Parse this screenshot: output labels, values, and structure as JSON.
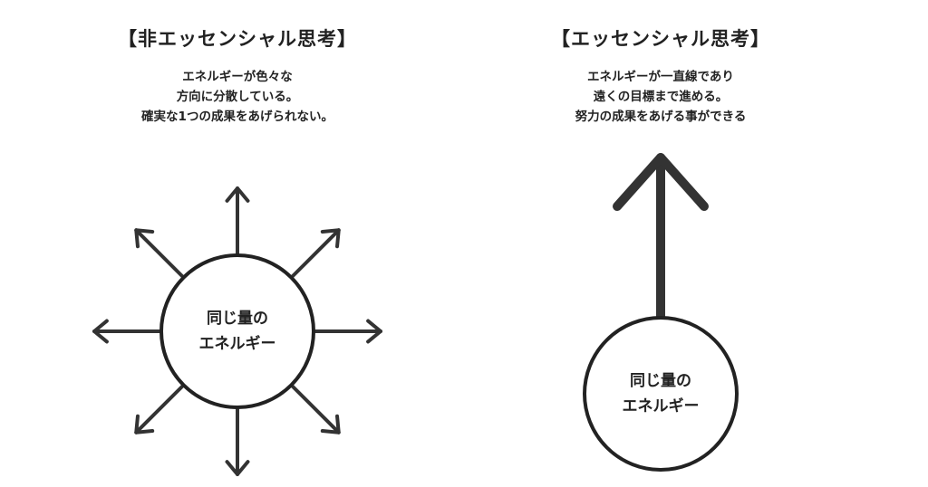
{
  "left": {
    "title": "【非エッセンシャル思考】",
    "description": [
      "エネルギーが色々な",
      "方向に分散している。",
      "確実な1つの成果をあげられない。"
    ],
    "circle_label": [
      "同じ量の",
      "エネルギー"
    ]
  },
  "right": {
    "title": "【エッセンシャル思考】",
    "description": [
      "エネルギーが一直線であり",
      "遠くの目標まで進める。",
      "努力の成果をあげる事ができる"
    ],
    "circle_label": [
      "同じ量の",
      "エネルギー"
    ]
  },
  "colors": {
    "background": "#ffffff",
    "stroke": "#333333",
    "text": "#222222"
  }
}
